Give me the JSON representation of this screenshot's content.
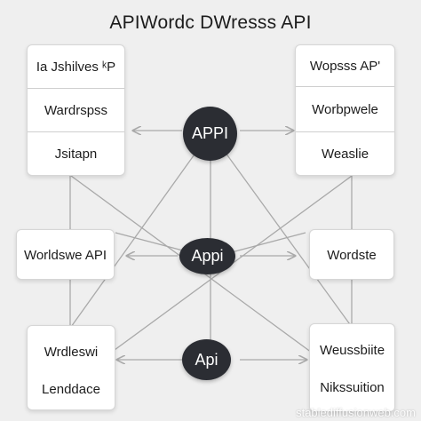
{
  "title": "APIWordc DWresss API",
  "top_left_card": [
    "Ia Jshilves ᵏP",
    "Wardrspss",
    "Jsitapn"
  ],
  "top_right_card": [
    "Wopsss AP'",
    "Worbpwele",
    "Weaslie"
  ],
  "mid_left_card": "Worldswe API",
  "mid_right_card": "Wordste",
  "bottom_left_card": [
    "Wrdleswi",
    "Lenddace"
  ],
  "bottom_right_card": [
    "Weussbiite",
    "Nikssuition"
  ],
  "nodes": {
    "top": "APPI",
    "middle": "Appi",
    "bottom": "Api"
  },
  "watermark": "stablediffusionweb.com",
  "colors": {
    "node": "#2b2d33",
    "line": "#a9a9a9",
    "background": "#efefef"
  }
}
